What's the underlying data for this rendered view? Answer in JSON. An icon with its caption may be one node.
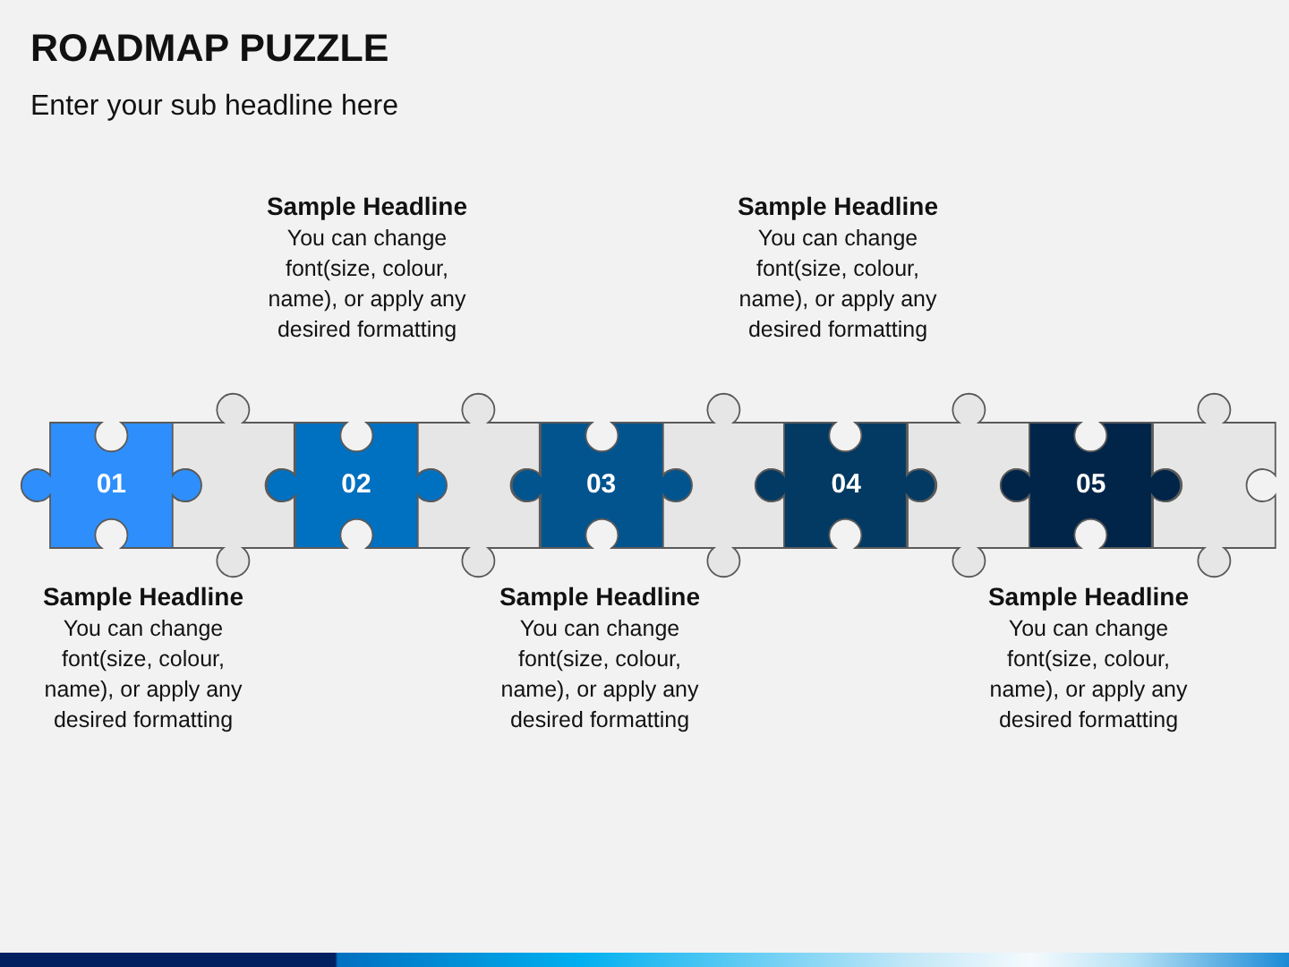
{
  "diagram": {
    "title": "ROADMAP PUZZLE",
    "nodes": [
      {
        "text": [
          "01"
        ],
        "beside": [
          "Sample Headline",
          "You can change font(size, colour, name), or apply any desired formatting"
        ]
      },
      {
        "text": [],
        "shape": "puzzle"
      },
      {
        "text": [
          "02"
        ],
        "beside": [
          "Sample Headline",
          "You can change font(size, colour, name), or apply any desired formatting"
        ]
      },
      {
        "text": [],
        "shape": "puzzle"
      },
      {
        "text": [
          "03"
        ],
        "beside": [
          "Sample Headline",
          "You can change font(size, colour, name), or apply any desired formatting"
        ]
      },
      {
        "text": [],
        "shape": "puzzle"
      },
      {
        "text": [
          "04"
        ],
        "beside": [
          "Sample Headline",
          "You can change font(size, colour, name), or apply any desired formatting"
        ]
      },
      {
        "text": [],
        "shape": "puzzle"
      },
      {
        "text": [
          "05"
        ],
        "beside": [
          "Sample Headline",
          "You can change font(size, colour, name), or apply any desired formatting"
        ]
      },
      {
        "text": [],
        "shape": "puzzle"
      }
    ],
    "labels": [
      "Enter your sub headline here"
    ]
  }
}
